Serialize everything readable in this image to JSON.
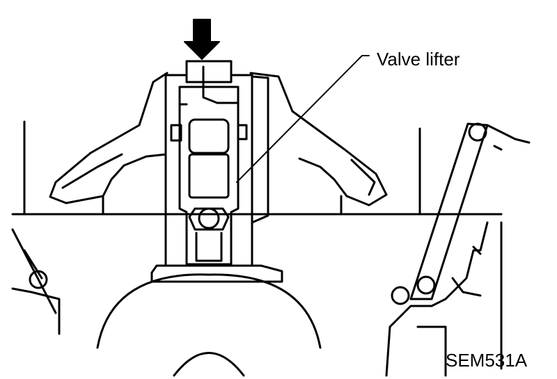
{
  "diagram": {
    "callout": {
      "label": "Valve lifter",
      "icon": "leader-line"
    },
    "figure_code": "SEM531A",
    "arrow": {
      "icon": "arrow-down-icon",
      "meaning": "press-direction"
    },
    "colors": {
      "ink": "#000000",
      "background": "#ffffff"
    }
  }
}
